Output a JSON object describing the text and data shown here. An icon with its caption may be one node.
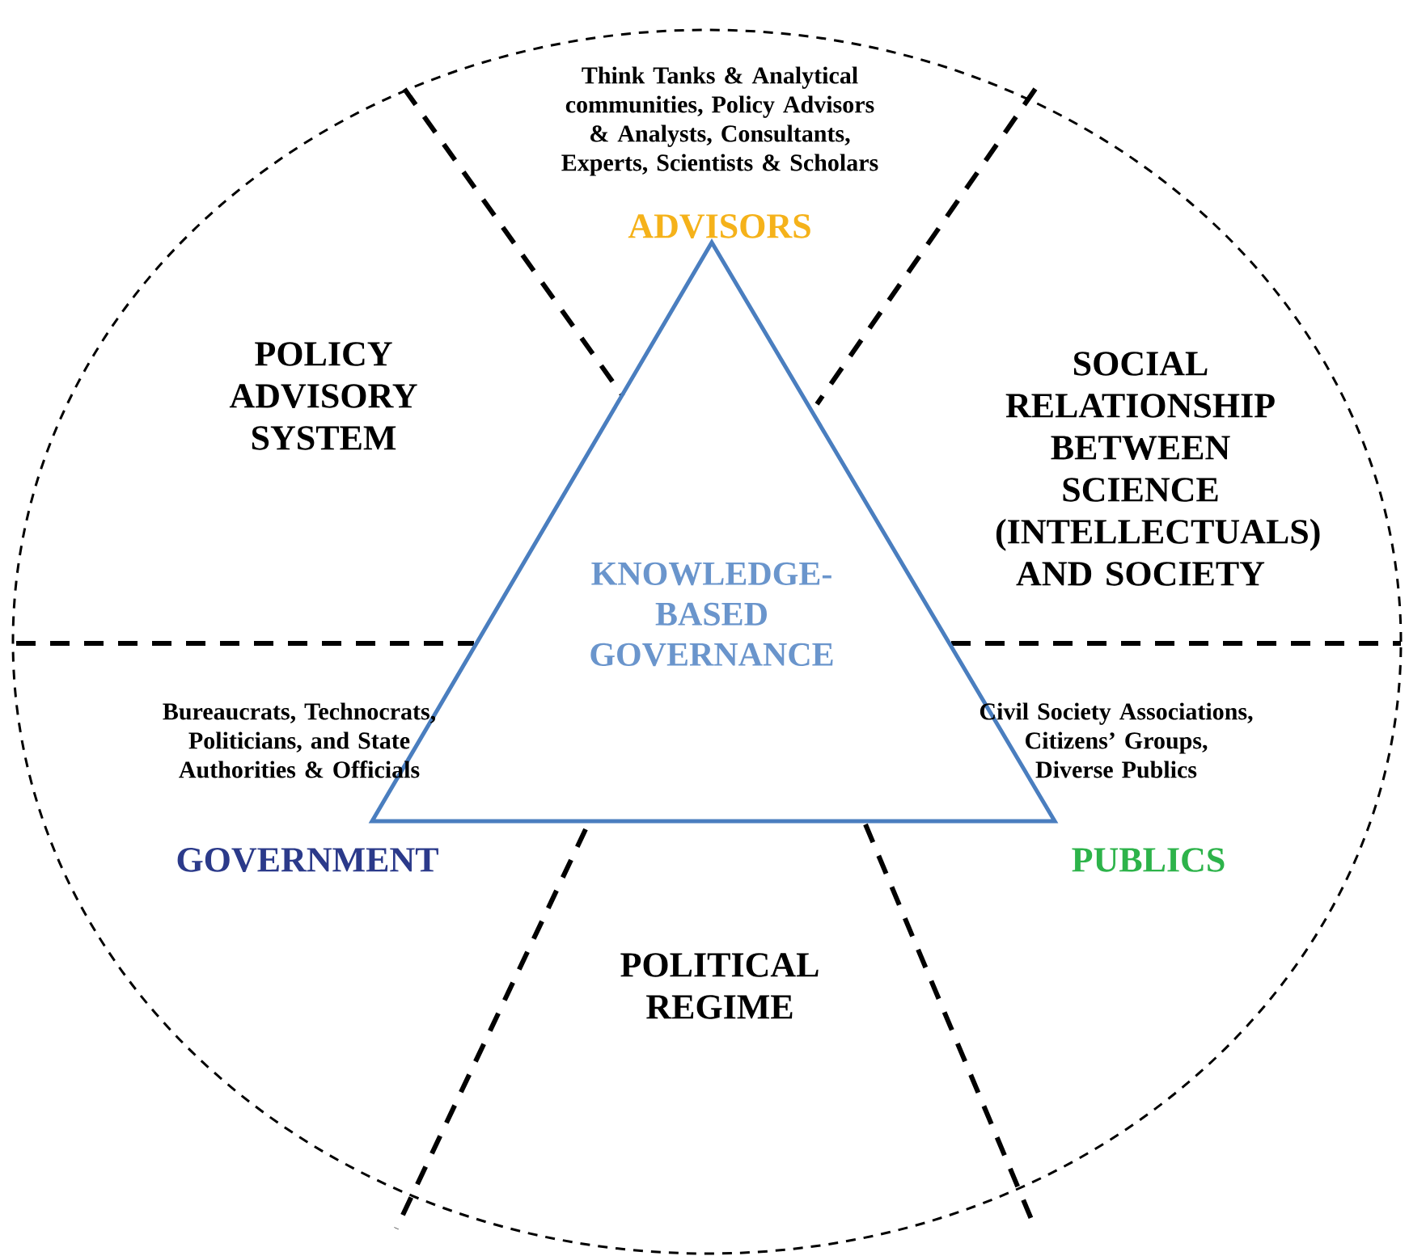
{
  "diagram": {
    "nodes": [
      {
        "text": [
          "POLICY ADVISORY SYSTEM",
          "SOCIAL RELATIONSHIP BETWEEN SCIENCE (INTELLECTUALS) AND SOCIETY",
          "POLITICAL REGIME"
        ]
      },
      {
        "text": [
          "KNOWLEDGE-BASED GOVERNANCE"
        ],
        "in": 0
      }
    ],
    "labels": [
      "Think Tanks & Analytical communities, Policy Advisors & Analysts, Consultants, Experts, Scientists & Scholars",
      "ADVISORS",
      "Bureaucrats, Technocrats, Politicians, and State Authorities & Officials",
      "Civil Society Associations, Citizens’ Groups, Diverse Publics",
      "GOVERNMENT",
      "PUBLICS"
    ]
  }
}
